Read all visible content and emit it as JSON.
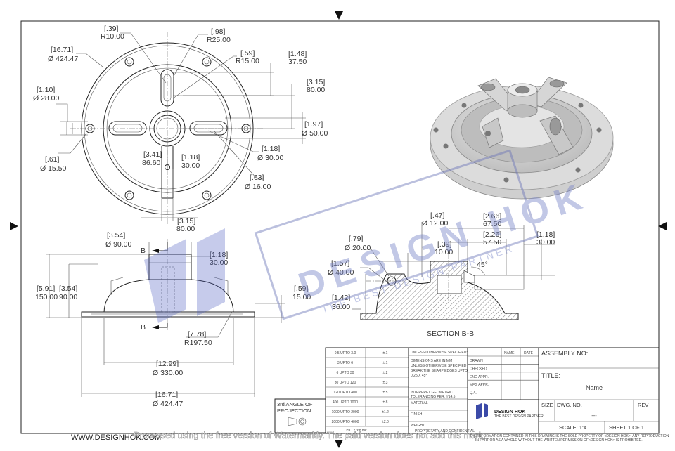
{
  "drawing": {
    "top_view_dims": [
      {
        "id": "d1",
        "in": "[.39]",
        "mm": "R10.00"
      },
      {
        "id": "d2",
        "in": "[.98]",
        "mm": "R25.00"
      },
      {
        "id": "d3",
        "in": "[.59]",
        "mm": "R15.00"
      },
      {
        "id": "d4",
        "in": "[1.48]",
        "mm": "37.50"
      },
      {
        "id": "d5",
        "in": "[16.71]",
        "mm": "Ø 424.47"
      },
      {
        "id": "d6",
        "in": "[3.15]",
        "mm": "80.00"
      },
      {
        "id": "d7",
        "in": "[1.10]",
        "mm": "Ø 28.00"
      },
      {
        "id": "d8",
        "in": "[1.97]",
        "mm": "Ø 50.00"
      },
      {
        "id": "d9",
        "in": "[1.18]",
        "mm": "Ø 30.00"
      },
      {
        "id": "d10",
        "in": "[3.41]",
        "mm": "86.60"
      },
      {
        "id": "d11",
        "in": "[1.18]",
        "mm": "30.00"
      },
      {
        "id": "d12",
        "in": "[.61]",
        "mm": "Ø 15.50"
      },
      {
        "id": "d13",
        "in": "[.63]",
        "mm": "Ø 16.00"
      },
      {
        "id": "d14",
        "in": "[3.15]",
        "mm": "80.00"
      }
    ],
    "front_view_dims": [
      {
        "id": "f1",
        "in": "[3.54]",
        "mm": "Ø 90.00"
      },
      {
        "id": "f2",
        "in": "[1.18]",
        "mm": "30.00"
      },
      {
        "id": "f3",
        "in": "[5.91]",
        "mm": "150.00"
      },
      {
        "id": "f4",
        "in": "[3.54]",
        "mm": "90.00"
      },
      {
        "id": "f5",
        "in": "[.59]",
        "mm": "15.00"
      },
      {
        "id": "f6",
        "in": "[7.78]",
        "mm": "R197.50"
      },
      {
        "id": "f7",
        "in": "[12.99]",
        "mm": "Ø 330.00"
      },
      {
        "id": "f8",
        "in": "[16.71]",
        "mm": "Ø 424.47"
      }
    ],
    "section_dims": [
      {
        "id": "s1",
        "in": "[.47]",
        "mm": "Ø 12.00"
      },
      {
        "id": "s2",
        "in": "[2.66]",
        "mm": "67.50"
      },
      {
        "id": "s3",
        "in": "[2.26]",
        "mm": "57.50"
      },
      {
        "id": "s4",
        "in": "[1.18]",
        "mm": "30.00"
      },
      {
        "id": "s5",
        "in": "[.79]",
        "mm": "Ø 20.00"
      },
      {
        "id": "s6",
        "in": "[.39]",
        "mm": "10.00"
      },
      {
        "id": "s7",
        "in": "[1.57]",
        "mm": "Ø 40.00"
      },
      {
        "id": "s8",
        "in": "[1.42]",
        "mm": "36.00"
      }
    ],
    "angle": "45°",
    "section_marker": "B",
    "section_label": "SECTION B-B",
    "website": "WWW.DESIGNHOK.COM",
    "watermark_text": "DESIGN HOK",
    "watermark_sub": "THE BEST DESIGN PARTNER",
    "processed_notice": "Processed using the free version of Watermarkly. The paid version does not add this mark."
  },
  "projection": {
    "line1": "3rd ANGLE OF",
    "line2": "PROJECTION"
  },
  "tolerance_table": [
    {
      "range": "0.5 UPTO 3.0",
      "tol": "±.1"
    },
    {
      "range": "3 UPTO 6",
      "tol": "±.1"
    },
    {
      "range": "6 UPTO 30",
      "tol": "±.2"
    },
    {
      "range": "30 UPTO 120",
      "tol": "±.3"
    },
    {
      "range": "120 UPTO 400",
      "tol": "±.5"
    },
    {
      "range": "400 UPTO 1000",
      "tol": "±.8"
    },
    {
      "range": "1000 UPTO 2000",
      "tol": "±1.2"
    },
    {
      "range": "2000 UPTO 4000",
      "tol": "±2.0"
    }
  ],
  "iso_note": "ISO 2768 mk",
  "notes": {
    "header": "UNLESS OTHERWISE SPECIFIED:",
    "dims1": "DIMENSIONS ARE IN MM",
    "dims2": "UNLESS OTHERWISE SPECIFIED",
    "dims3": "BREAK THE SHARP EDGES UPTO",
    "dims4": "0.25 X 45°",
    "interp1": "INTERPRET GEOMETRIC",
    "interp2": "TOLERANCING PER: Y14.5",
    "material": "MATERIAL",
    "finish": "FINISH",
    "weight": "WEIGHT:",
    "proprietary": "PROPRIETARY AND CONFIDENTIAL"
  },
  "approvals": {
    "name_col": "NAME",
    "date_col": "DATE",
    "rows": [
      "DRAWN",
      "CHECKED",
      "ENG APPR.",
      "MFG APPR.",
      "Q.A."
    ]
  },
  "title_block": {
    "assembly_label": "ASSEMBLY NO:",
    "title_label": "TITLE:",
    "title_value": "Name",
    "size_label": "SIZE",
    "dwg_label": "DWG. NO.",
    "dwg_value": "---",
    "rev_label": "REV",
    "scale": "SCALE: 1:4",
    "sheet": "SHEET 1 OF 1",
    "logo_text": "DESIGN HOK",
    "logo_sub": "THE BEST DESIGN PARTNER",
    "legal1": "THE INFORMATION CONTAINED IN THIS DRAWING IS THE SOLE PROPERTY OF <DESIGN HOK>. ANY REPRODUCTION",
    "legal2": "IN PART OR AS A WHOLE WITHOUT THE WRITTEN PERMISSION OF<DESIGN HOK> IS PROHIBITED."
  },
  "colors": {
    "line": "#222222",
    "watermark": "#3b4aa8",
    "render_body": "#c9c9c9"
  }
}
